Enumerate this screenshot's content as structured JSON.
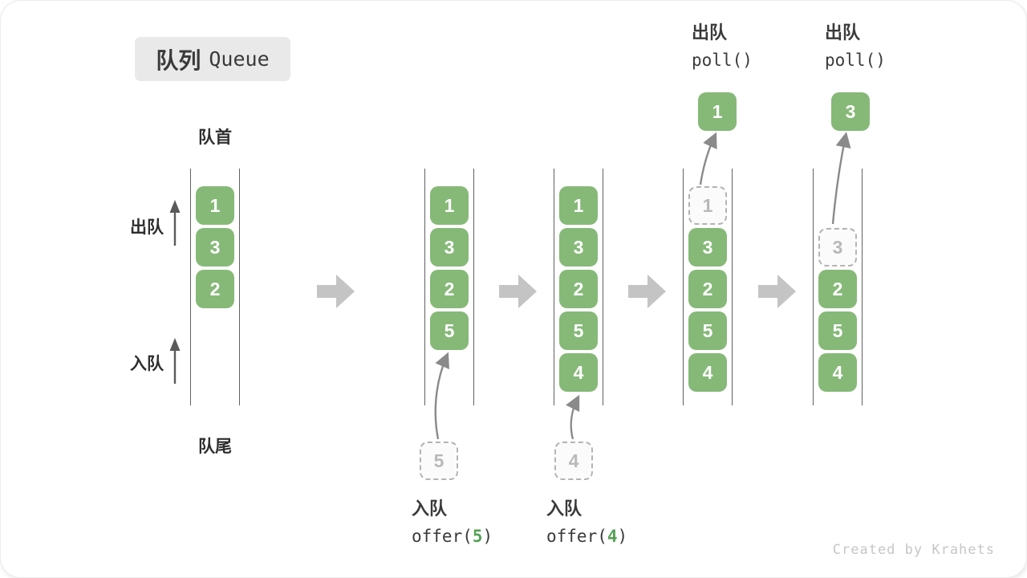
{
  "title": {
    "zh": "队列",
    "en": "Queue"
  },
  "labels": {
    "front": "队首",
    "rear": "队尾",
    "dequeue": "出队",
    "enqueue": "入队"
  },
  "colors": {
    "cell-green": "#86b978",
    "arg-green": "#55a254",
    "block-arrow": "#c4c4c4",
    "line-gray": "#616161",
    "ghost-border": "#b3b3b3",
    "ghost-text": "#b9b9b9",
    "badge-bg": "#e9e9e9",
    "curve-gray": "#8a8a8a"
  },
  "queues": [
    {
      "cells": [
        {
          "v": "1"
        },
        {
          "v": "3"
        },
        {
          "v": "2"
        }
      ]
    },
    {
      "cells": [
        {
          "v": "1"
        },
        {
          "v": "3"
        },
        {
          "v": "2"
        },
        {
          "v": "5"
        }
      ],
      "pending": {
        "v": "5"
      },
      "op": {
        "action": "入队",
        "call_open": "offer(",
        "arg": "5",
        "call_close": ")"
      }
    },
    {
      "cells": [
        {
          "v": "1"
        },
        {
          "v": "3"
        },
        {
          "v": "2"
        },
        {
          "v": "5"
        },
        {
          "v": "4"
        }
      ],
      "pending": {
        "v": "4"
      },
      "op": {
        "action": "入队",
        "call_open": "offer(",
        "arg": "4",
        "call_close": ")"
      }
    },
    {
      "ghost": {
        "v": "1"
      },
      "cells": [
        {
          "v": "3"
        },
        {
          "v": "2"
        },
        {
          "v": "5"
        },
        {
          "v": "4"
        }
      ],
      "removed": {
        "v": "1"
      },
      "op": {
        "action": "出队",
        "call": "poll()"
      }
    },
    {
      "ghost": {
        "v": "3"
      },
      "cells": [
        {
          "v": "2"
        },
        {
          "v": "5"
        },
        {
          "v": "4"
        }
      ],
      "removed": {
        "v": "3"
      },
      "op": {
        "action": "出队",
        "call": "poll()"
      }
    }
  ],
  "credit": "Created by Krahets"
}
